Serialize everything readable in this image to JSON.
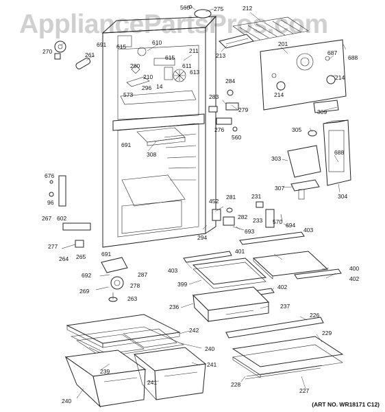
{
  "watermark": "AppliancePartsPros.com",
  "art_number": "(ART NO. WR18171 C12)",
  "callouts": [
    "560",
    "275",
    "212",
    "270",
    "691",
    "615",
    "610",
    "211",
    "213",
    "201",
    "687",
    "688",
    "261",
    "280",
    "611",
    "615",
    "613",
    "284",
    "214",
    "214",
    "210",
    "296",
    "14",
    "573",
    "283",
    "279",
    "309",
    "276",
    "560",
    "305",
    "691",
    "308",
    "303",
    "688",
    "676",
    "96",
    "267",
    "602",
    "452",
    "281",
    "231",
    "282",
    "233",
    "570",
    "694",
    "403",
    "693",
    "294",
    "307",
    "304",
    "277",
    "264",
    "265",
    "691",
    "401",
    "403",
    "400",
    "402",
    "399",
    "402",
    "692",
    "287",
    "278",
    "269",
    "263",
    "236",
    "237",
    "226",
    "242",
    "240",
    "229",
    "241",
    "239",
    "241",
    "240",
    "228",
    "227"
  ]
}
